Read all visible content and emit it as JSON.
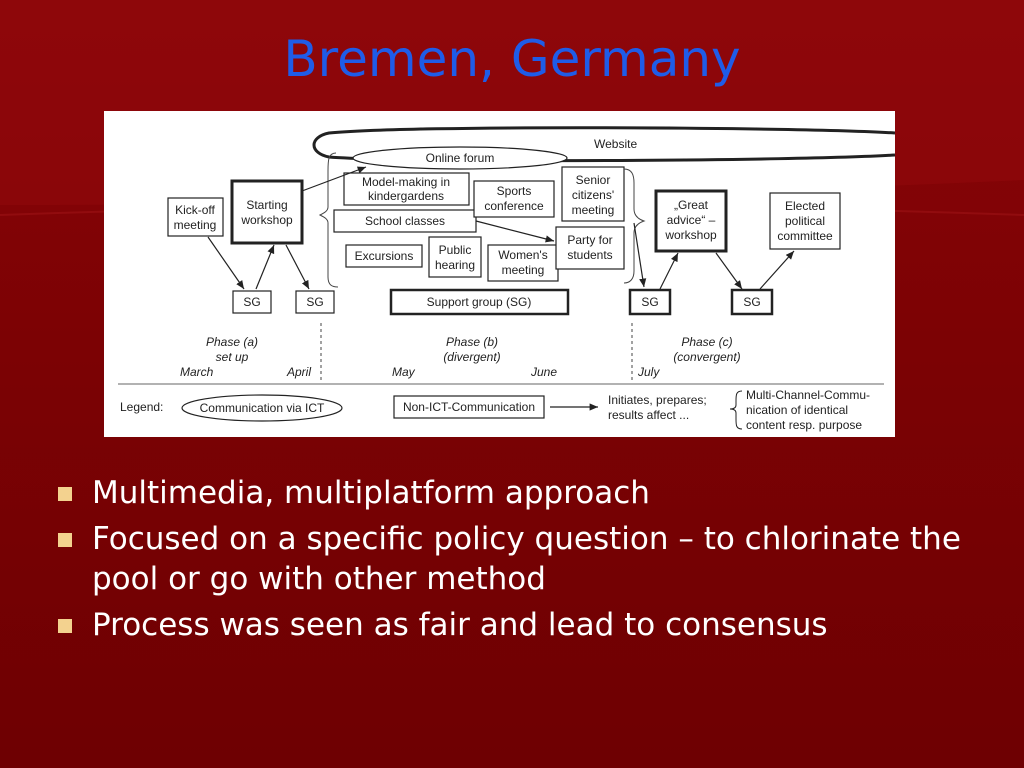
{
  "slide": {
    "title": "Bremen, Germany",
    "bullets": [
      "Multimedia, multiplatform approach",
      "Focused on a specific policy question – to chlorinate the pool or go with other method",
      "Process was seen as fair and lead to consensus"
    ]
  },
  "diagram": {
    "website": "Website",
    "online_forum": "Online forum",
    "kickoff": [
      "Kick-off",
      "meeting"
    ],
    "starting_workshop": [
      "Starting",
      "workshop"
    ],
    "model_making": [
      "Model-making in",
      "kindergardens"
    ],
    "school_classes": "School classes",
    "excursions": "Excursions",
    "public_hearing": [
      "Public",
      "hearing"
    ],
    "sports_conference": [
      "Sports",
      "conference"
    ],
    "womens_meeting": [
      "Women's",
      "meeting"
    ],
    "senior_citizens": [
      "Senior",
      "citizens'",
      "meeting"
    ],
    "party_students": [
      "Party for",
      "students"
    ],
    "great_advice": [
      "„Great",
      "advice“ –",
      "workshop"
    ],
    "elected_committee": [
      "Elected",
      "political",
      "committee"
    ],
    "sg": "SG",
    "support_group": "Support group (SG)",
    "phase_a": [
      "Phase (a)",
      "set up"
    ],
    "phase_b": [
      "Phase (b)",
      "(divergent)"
    ],
    "phase_c": [
      "Phase (c)",
      "(convergent)"
    ],
    "months": [
      "March",
      "April",
      "May",
      "June",
      "July"
    ],
    "legend_label": "Legend:",
    "legend_ict": "Communication via ICT",
    "legend_non_ict": "Non-ICT-Communication",
    "legend_arrow": [
      "Initiates, prepares;",
      "results affect ..."
    ],
    "legend_brace": [
      "Multi-Channel-Commu-",
      "nication of identical",
      "content resp. purpose"
    ]
  }
}
